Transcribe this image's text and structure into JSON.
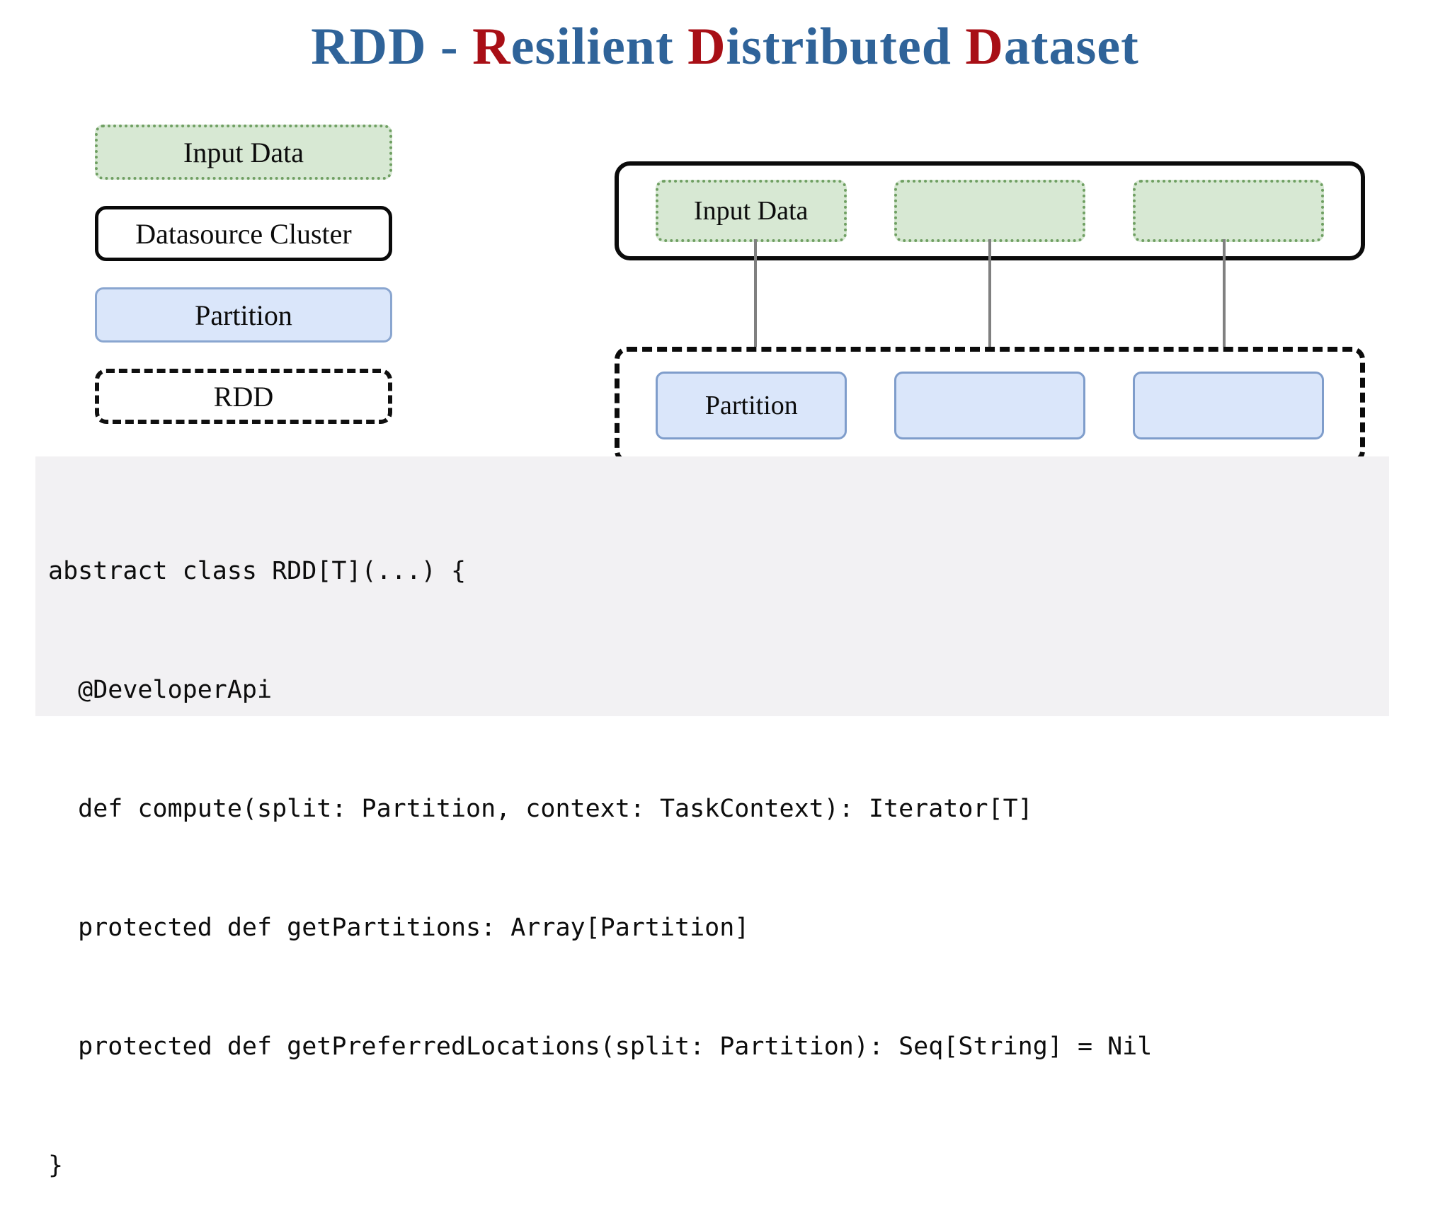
{
  "title": {
    "segments": [
      {
        "text": "RDD - ",
        "color": "#2f6399"
      },
      {
        "text": "R",
        "color": "#a80f16"
      },
      {
        "text": "esilient ",
        "color": "#2f6399"
      },
      {
        "text": "D",
        "color": "#a80f16"
      },
      {
        "text": "istributed ",
        "color": "#2f6399"
      },
      {
        "text": "D",
        "color": "#a80f16"
      },
      {
        "text": "ataset",
        "color": "#2f6399"
      }
    ],
    "plain": "RDD - Resilient Distributed Dataset"
  },
  "colors": {
    "title_blue": "#2f6399",
    "title_red": "#a80f16",
    "input_data_fill": "#d7e8d3",
    "input_data_border": "#6f9f62",
    "partition_fill": "#dae6fa",
    "partition_border": "#7f9dcb",
    "cluster_border": "#0b0b0b",
    "rdd_border": "#0b0b0b",
    "arrow": "#808080",
    "code_bg": "#f2f1f3"
  },
  "legend": {
    "items": [
      {
        "label": "Input Data",
        "style": "green-dotted"
      },
      {
        "label": "Datasource Cluster",
        "style": "black-solid"
      },
      {
        "label": "Partition",
        "style": "blue-solid"
      },
      {
        "label": "RDD",
        "style": "black-dashed"
      }
    ]
  },
  "diagram": {
    "cluster": {
      "name": "Datasource Cluster",
      "boxes": [
        {
          "label": "Input Data"
        },
        {
          "label": ""
        },
        {
          "label": ""
        }
      ]
    },
    "rdd": {
      "name": "RDD",
      "boxes": [
        {
          "label": "Partition"
        },
        {
          "label": ""
        },
        {
          "label": ""
        }
      ]
    },
    "arrows": 3
  },
  "code": {
    "language": "scala",
    "lines": [
      "abstract class RDD[T](...) {",
      "  @DeveloperApi",
      "  def compute(split: Partition, context: TaskContext): Iterator[T]",
      "  protected def getPartitions: Array[Partition]",
      "  protected def getPreferredLocations(split: Partition): Seq[String] = Nil",
      "}"
    ]
  }
}
